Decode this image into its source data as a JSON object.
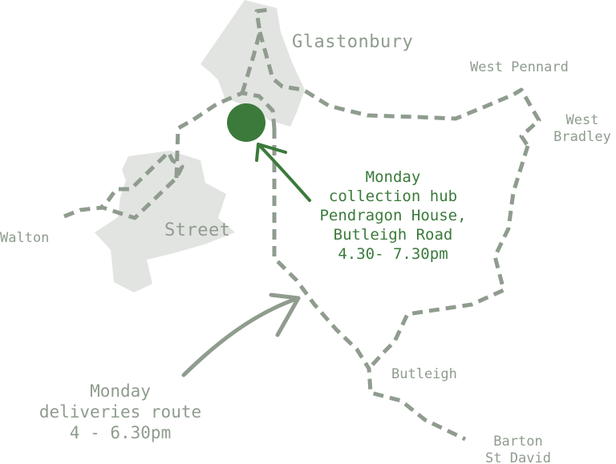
{
  "colors": {
    "background": "#ffffff",
    "town_fill": "#e2e4e1",
    "route": "#8f9c8e",
    "hub_marker": "#3b7a3b",
    "hub_text": "#3b7a3b",
    "label_text": "#8f9c8e"
  },
  "towns": {
    "glastonbury": "Glastonbury",
    "street": "Street"
  },
  "places": {
    "west_pennard": "West Pennard",
    "west_bradley_line1": "West",
    "west_bradley_line2": "Bradley",
    "walton": "Walton",
    "butleigh": "Butleigh",
    "barton_line1": "Barton",
    "barton_line2": "St David"
  },
  "hub": {
    "line1": "Monday",
    "line2": "collection hub",
    "line3": "Pendragon House,",
    "line4": "Butleigh Road",
    "line5": "4.30- 7.30pm"
  },
  "route_note": {
    "line1": "Monday",
    "line2": "deliveries route",
    "line3": "4 - 6.30pm"
  }
}
